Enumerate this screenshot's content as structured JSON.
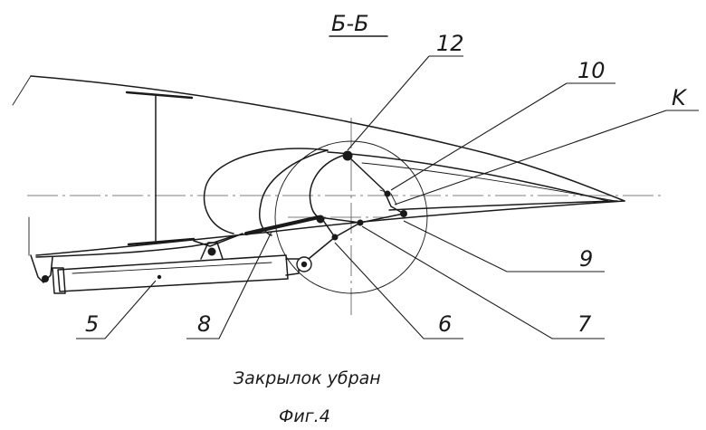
{
  "section_label": "Б-Б",
  "caption": "Закрылок убран",
  "figure_label": "Фиг.4",
  "callouts": {
    "c12": "12",
    "c10": "10",
    "cK": "K",
    "c9": "9",
    "c5": "5",
    "c8": "8",
    "c6": "6",
    "c7": "7"
  }
}
